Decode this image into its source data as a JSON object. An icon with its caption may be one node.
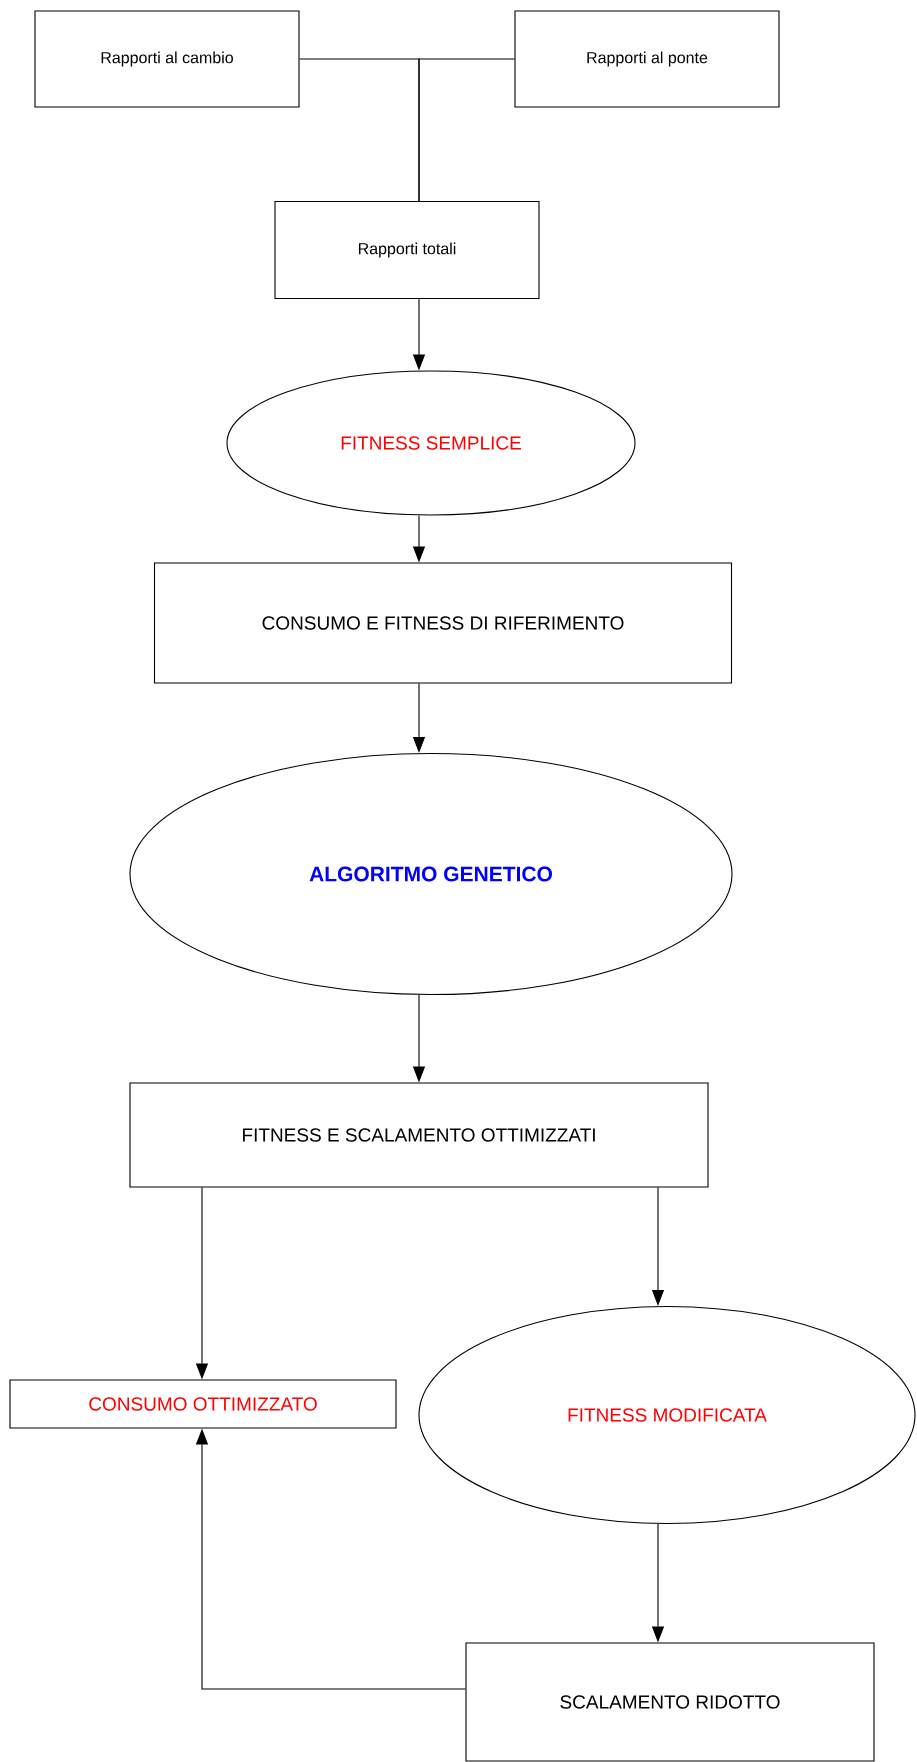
{
  "diagram": {
    "nodes": [
      {
        "text": [
          "Rapporti al cambio"
        ]
      },
      {
        "text": [
          "Rapporti al ponte"
        ]
      },
      {
        "text": [
          "Rapporti totali"
        ]
      },
      {
        "text": [
          "FITNESS SEMPLICE"
        ]
      },
      {
        "text": [
          "CONSUMO E FITNESS DI RIFERIMENTO"
        ]
      },
      {
        "text": [
          "ALGORITMO GENETICO"
        ]
      },
      {
        "text": [
          "FITNESS E SCALAMENTO OTTIMIZZATI"
        ]
      },
      {
        "text": [
          "CONSUMO OTTIMIZZATO"
        ]
      },
      {
        "text": [
          "FITNESS MODIFICATA"
        ]
      },
      {
        "text": [
          "SCALAMENTO RIDOTTO"
        ]
      }
    ],
    "edges": [
      {
        "from": 0,
        "to": 2,
        "arrow": "none"
      },
      {
        "from": 1,
        "to": 2,
        "arrow": "none"
      },
      {
        "from": 2,
        "to": 3,
        "arrow": "to"
      },
      {
        "from": 3,
        "to": 4,
        "arrow": "to"
      },
      {
        "from": 4,
        "to": 5,
        "arrow": "to"
      },
      {
        "from": 5,
        "to": 6,
        "arrow": "to"
      },
      {
        "from": 6,
        "to": 7,
        "arrow": "to"
      },
      {
        "from": 6,
        "to": 8,
        "arrow": "to"
      },
      {
        "from": 8,
        "to": 9,
        "arrow": "to"
      },
      {
        "from": 9,
        "to": 7,
        "arrow": "to"
      }
    ]
  }
}
